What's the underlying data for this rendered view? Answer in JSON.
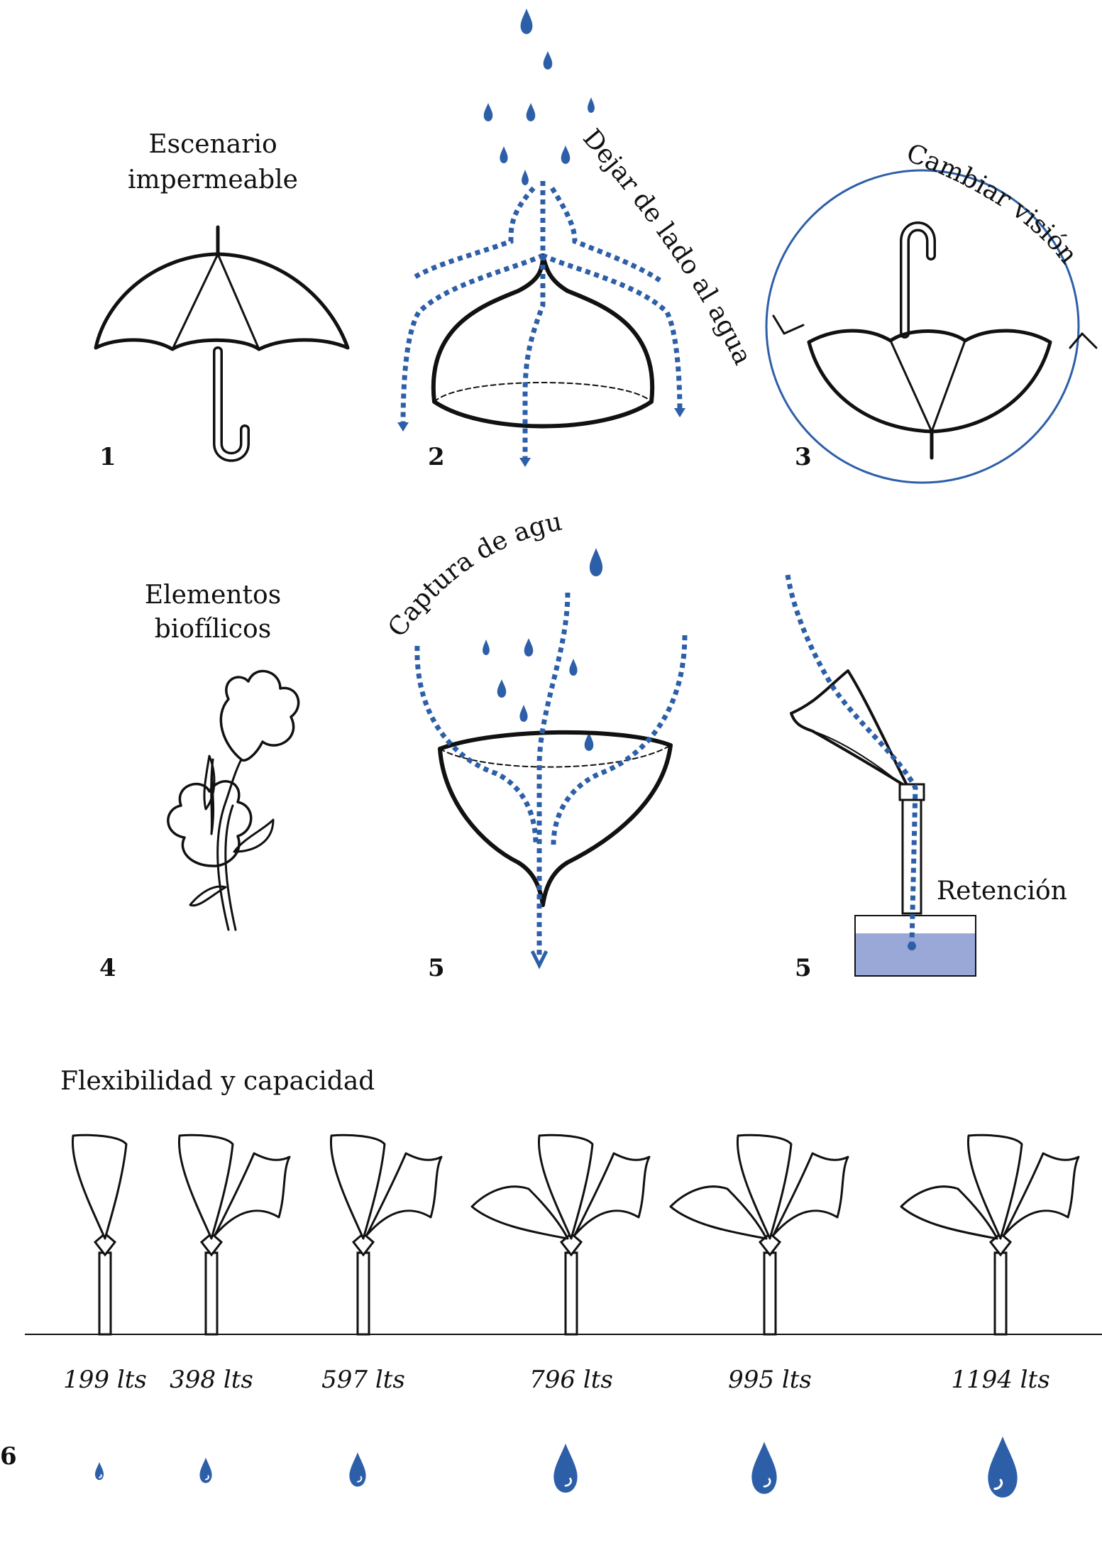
{
  "colors": {
    "accent": "#2d5fa8",
    "ink": "#111111",
    "water": "#9aa8d8"
  },
  "panels": [
    {
      "number": "1",
      "label_lines": [
        "Escenario",
        "impermeable"
      ]
    },
    {
      "number": "2",
      "label": "Dejar de lado al agua"
    },
    {
      "number": "3",
      "label": "Cambiar visión"
    },
    {
      "number": "4",
      "label_lines": [
        "Elementos",
        "biofílicos"
      ]
    },
    {
      "number": "5",
      "label": "Captura de agua"
    },
    {
      "number": "5",
      "label": "Retención"
    }
  ],
  "capacity": {
    "title": "Flexibilidad y capacidad",
    "number": "6",
    "stages": [
      {
        "value": "199",
        "unit": "lts"
      },
      {
        "value": "398",
        "unit": "lts"
      },
      {
        "value": "597",
        "unit": "lts"
      },
      {
        "value": "796",
        "unit": "lts"
      },
      {
        "value": "995",
        "unit": "lts"
      },
      {
        "value": "1194",
        "unit": "lts"
      }
    ]
  }
}
